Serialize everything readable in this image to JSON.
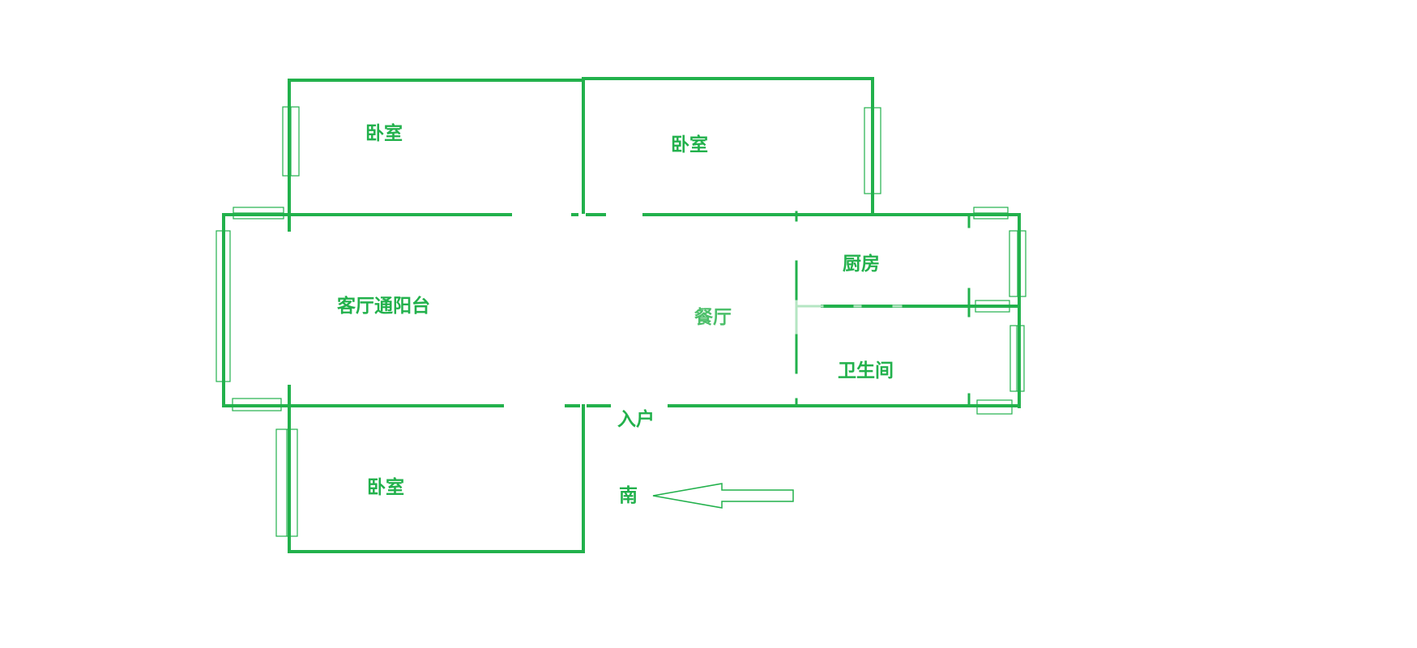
{
  "colors": {
    "wall": "#22b14c",
    "window": "#22b14c",
    "label": "#22b14c",
    "dining_label": "#4cbf6a",
    "faint_wall": "#b5e6c3",
    "background": "#ffffff"
  },
  "rooms": {
    "bedroom_top_left": "卧室",
    "bedroom_top_right": "卧室",
    "bedroom_bottom": "卧室",
    "living_room": "客厅通阳台",
    "dining_room": "餐厅",
    "kitchen": "厨房",
    "bathroom": "卫生间"
  },
  "annotations": {
    "entrance": "入户",
    "south": "南"
  },
  "icons": {
    "compass": "left-arrow-icon"
  }
}
